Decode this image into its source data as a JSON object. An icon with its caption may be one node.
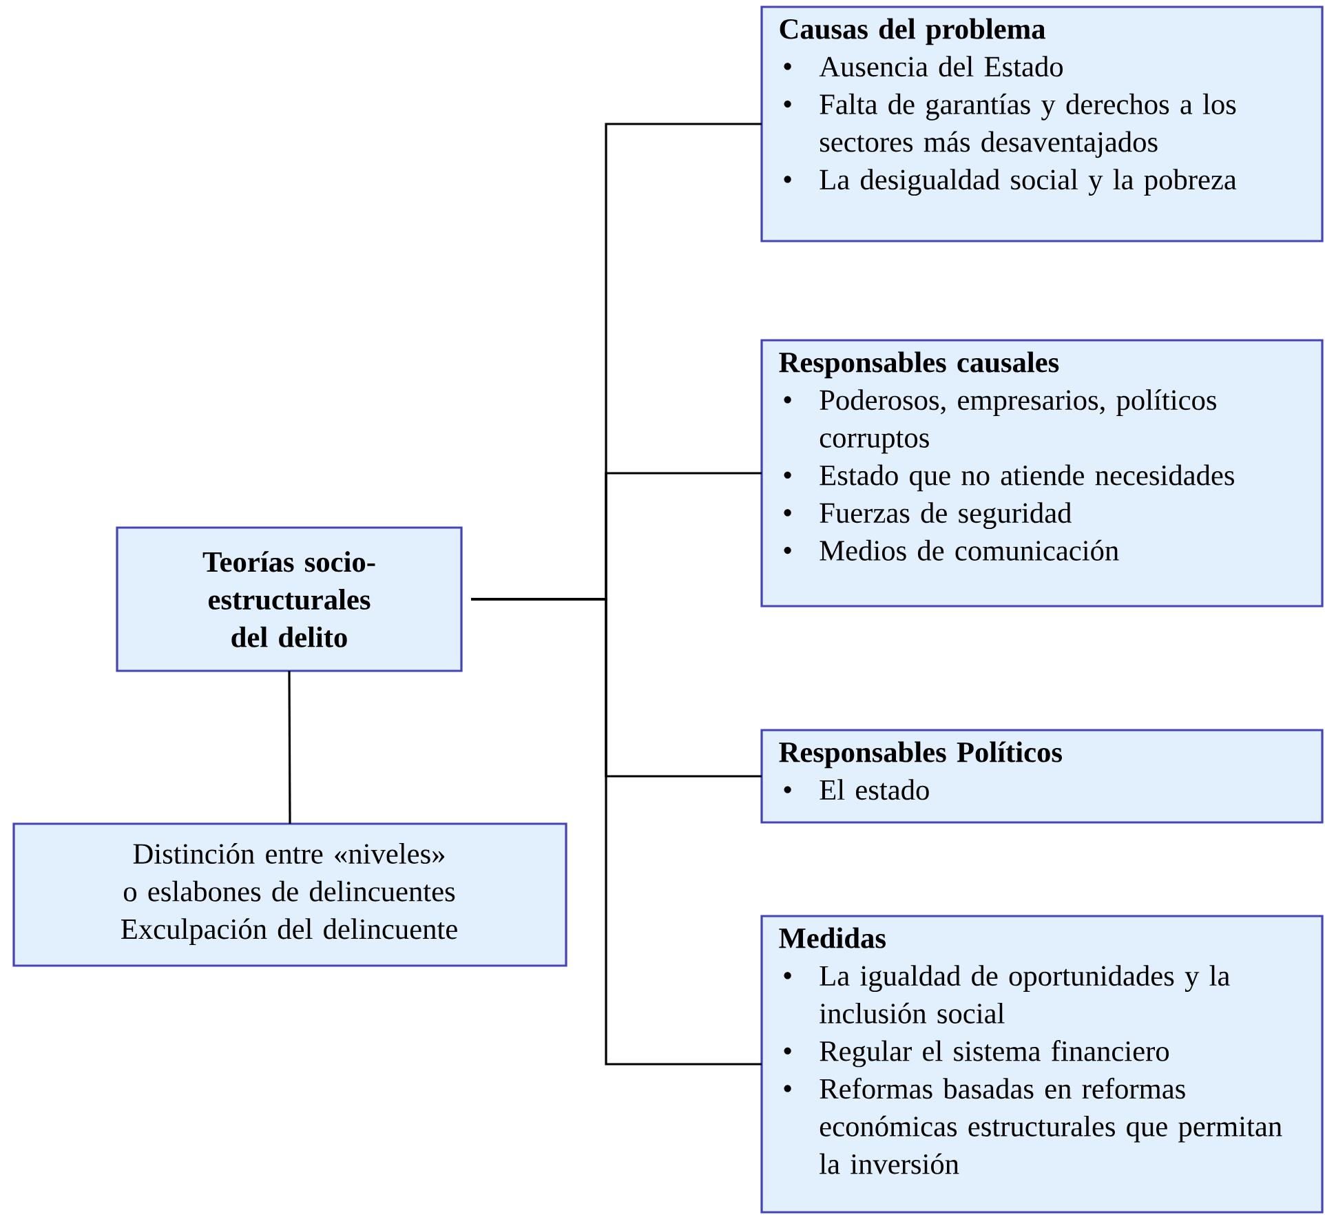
{
  "diagram": {
    "nodes": [
      {
        "text": [
          "Teorías socio-estructurales del delito"
        ]
      },
      {
        "text": [
          "Distinción entre «niveles» o eslabones de delincuentes",
          "Exculpación del delincuente"
        ]
      },
      {
        "text": [
          "Causas del problema",
          "Ausencia del Estado",
          "Falta de garantías y derechos a los sectores más desaventajados",
          "La desigualdad social y la pobreza"
        ]
      },
      {
        "text": [
          "Responsables causales",
          "Poderosos, empresarios, políticos corruptos",
          "Estado que no atiende necesidades",
          "Fuerzas de seguridad",
          "Medios de comunicación"
        ]
      },
      {
        "text": [
          "Responsables Políticos",
          "El estado"
        ]
      },
      {
        "text": [
          "Medidas",
          "La igualdad de oportunidades y la inclusión social",
          "Regular el sistema financiero",
          "Reformas basadas en reformas económicas estructurales que permitan la inversión"
        ]
      }
    ],
    "edges": [
      {
        "from": 0,
        "to": 1,
        "arrow": "none"
      },
      {
        "from": 0,
        "to": 2,
        "arrow": "none"
      },
      {
        "from": 0,
        "to": 3,
        "arrow": "none"
      },
      {
        "from": 0,
        "to": 4,
        "arrow": "none"
      },
      {
        "from": 0,
        "to": 5,
        "arrow": "none"
      }
    ]
  }
}
